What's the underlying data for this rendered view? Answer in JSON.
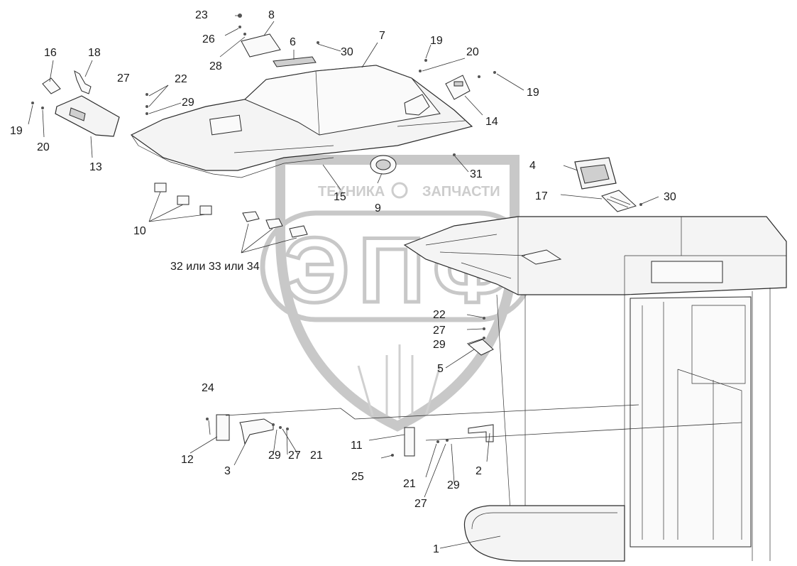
{
  "watermark": {
    "left_word": "ТЕХНИКА",
    "right_word": "ЗАПЧАСТИ",
    "big_letters": [
      "Э",
      "П",
      "Ф"
    ]
  },
  "callouts": {
    "c1": "1",
    "c2": "2",
    "c3": "3",
    "c4": "4",
    "c5": "5",
    "c6": "6",
    "c7": "7",
    "c8": "8",
    "c9": "9",
    "c10": "10",
    "c11": "11",
    "c12": "12",
    "c13": "13",
    "c14": "14",
    "c15": "15",
    "c16": "16",
    "c17": "17",
    "c18": "18",
    "c19a": "19",
    "c19b": "19",
    "c19c": "19",
    "c20a": "20",
    "c20b": "20",
    "c21a": "21",
    "c21b": "21",
    "c22a": "22",
    "c22b": "22",
    "c23": "23",
    "c24": "24",
    "c25": "25",
    "c26": "26",
    "c27a": "27",
    "c27b": "27",
    "c27c": "27",
    "c27d": "27",
    "c28": "28",
    "c29a": "29",
    "c29b": "29",
    "c29c": "29",
    "c29d": "29",
    "c30a": "30",
    "c30b": "30",
    "c31": "31",
    "c32": "32 или 33 или 34"
  }
}
